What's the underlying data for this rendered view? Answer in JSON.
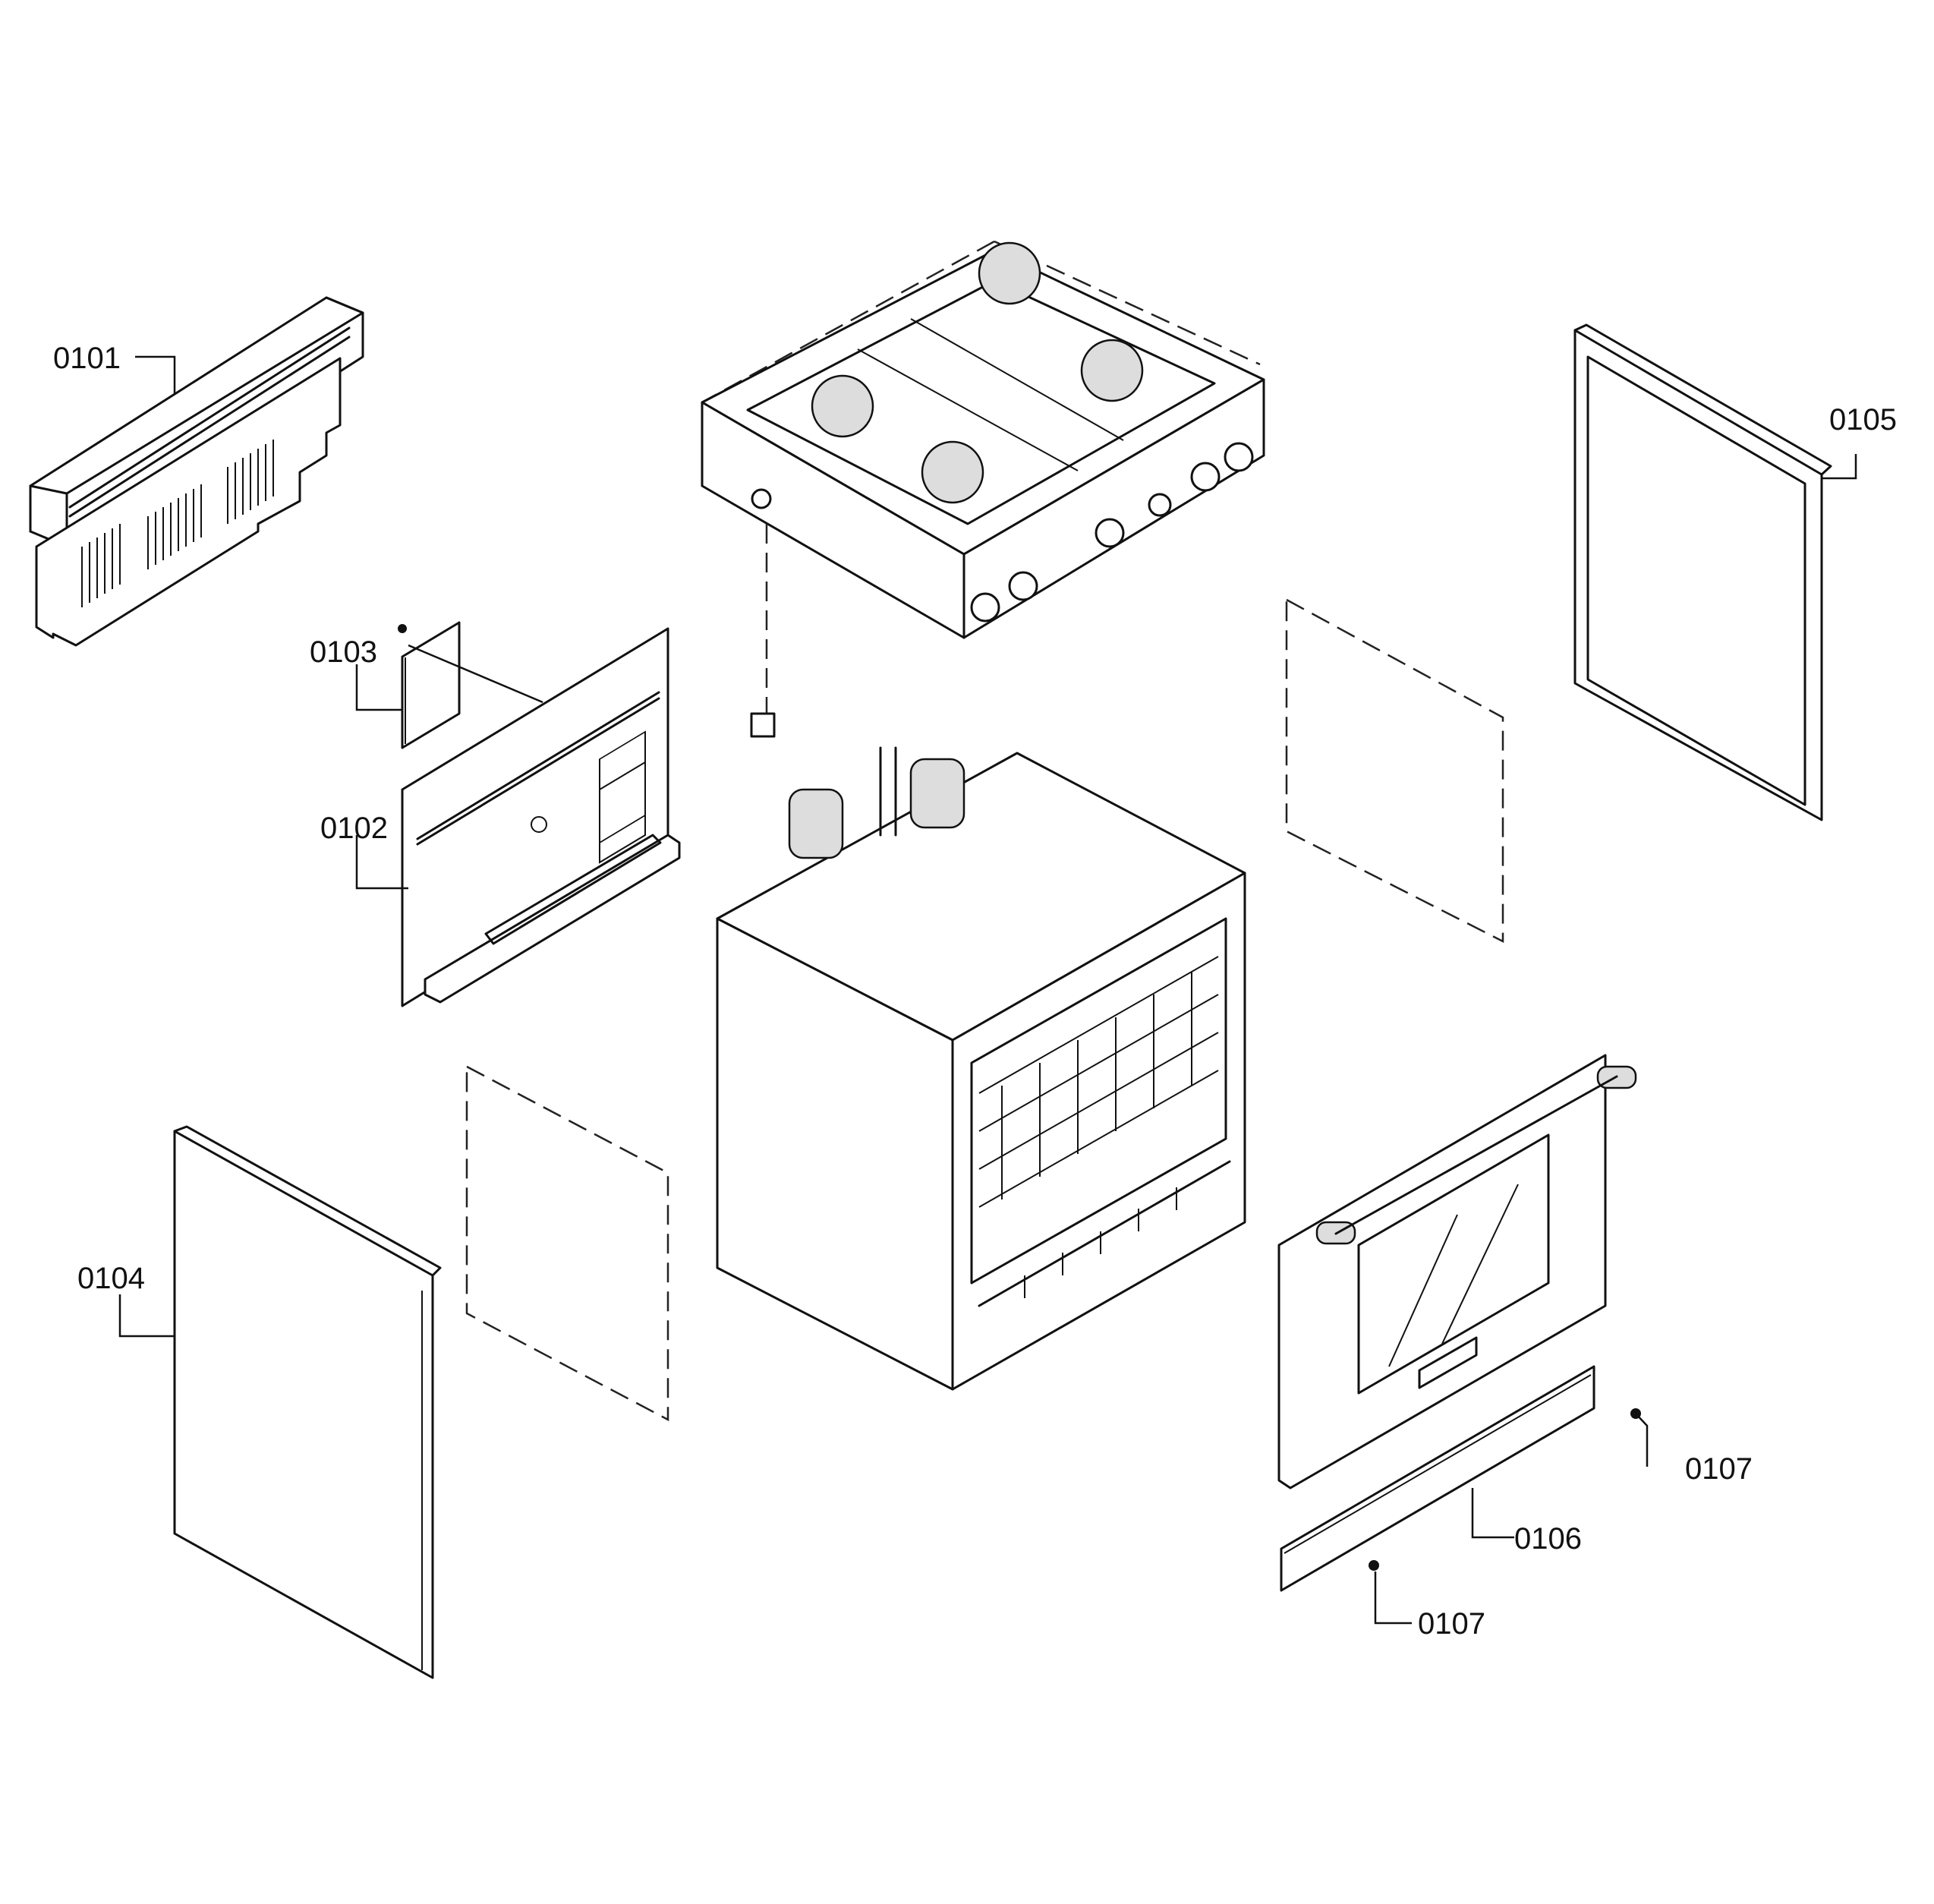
{
  "callouts": [
    {
      "id": "c0101",
      "label": "0101"
    },
    {
      "id": "c0103",
      "label": "0103"
    },
    {
      "id": "c0102",
      "label": "0102"
    },
    {
      "id": "c0105",
      "label": "0105"
    },
    {
      "id": "c0104",
      "label": "0104"
    },
    {
      "id": "c0107a",
      "label": "0107"
    },
    {
      "id": "c0106",
      "label": "0106"
    },
    {
      "id": "c0107b",
      "label": "0107"
    }
  ]
}
